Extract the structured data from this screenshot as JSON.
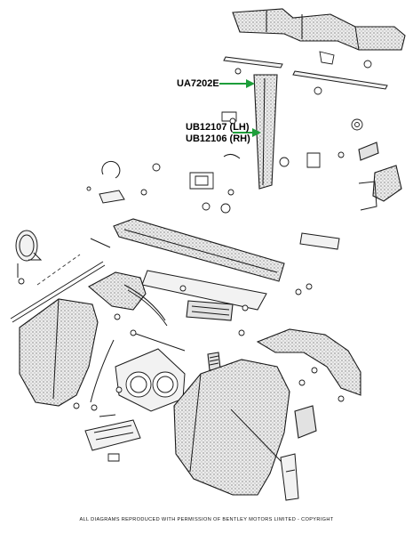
{
  "callouts": [
    {
      "part_number": "UA7202E"
    },
    {
      "part_number": "UB12107 (LH)"
    },
    {
      "part_number": "UB12106 (RH)"
    }
  ],
  "footer": {
    "copyright": "ALL DIAGRAMS REPRODUCED WITH PERMISSION OF BENTLEY MOTORS LIMITED - COPYRIGHT"
  },
  "colors": {
    "arrow": "#1e9e3a",
    "linework": "#1a1a1a",
    "stipple": "#e2e2e2"
  }
}
